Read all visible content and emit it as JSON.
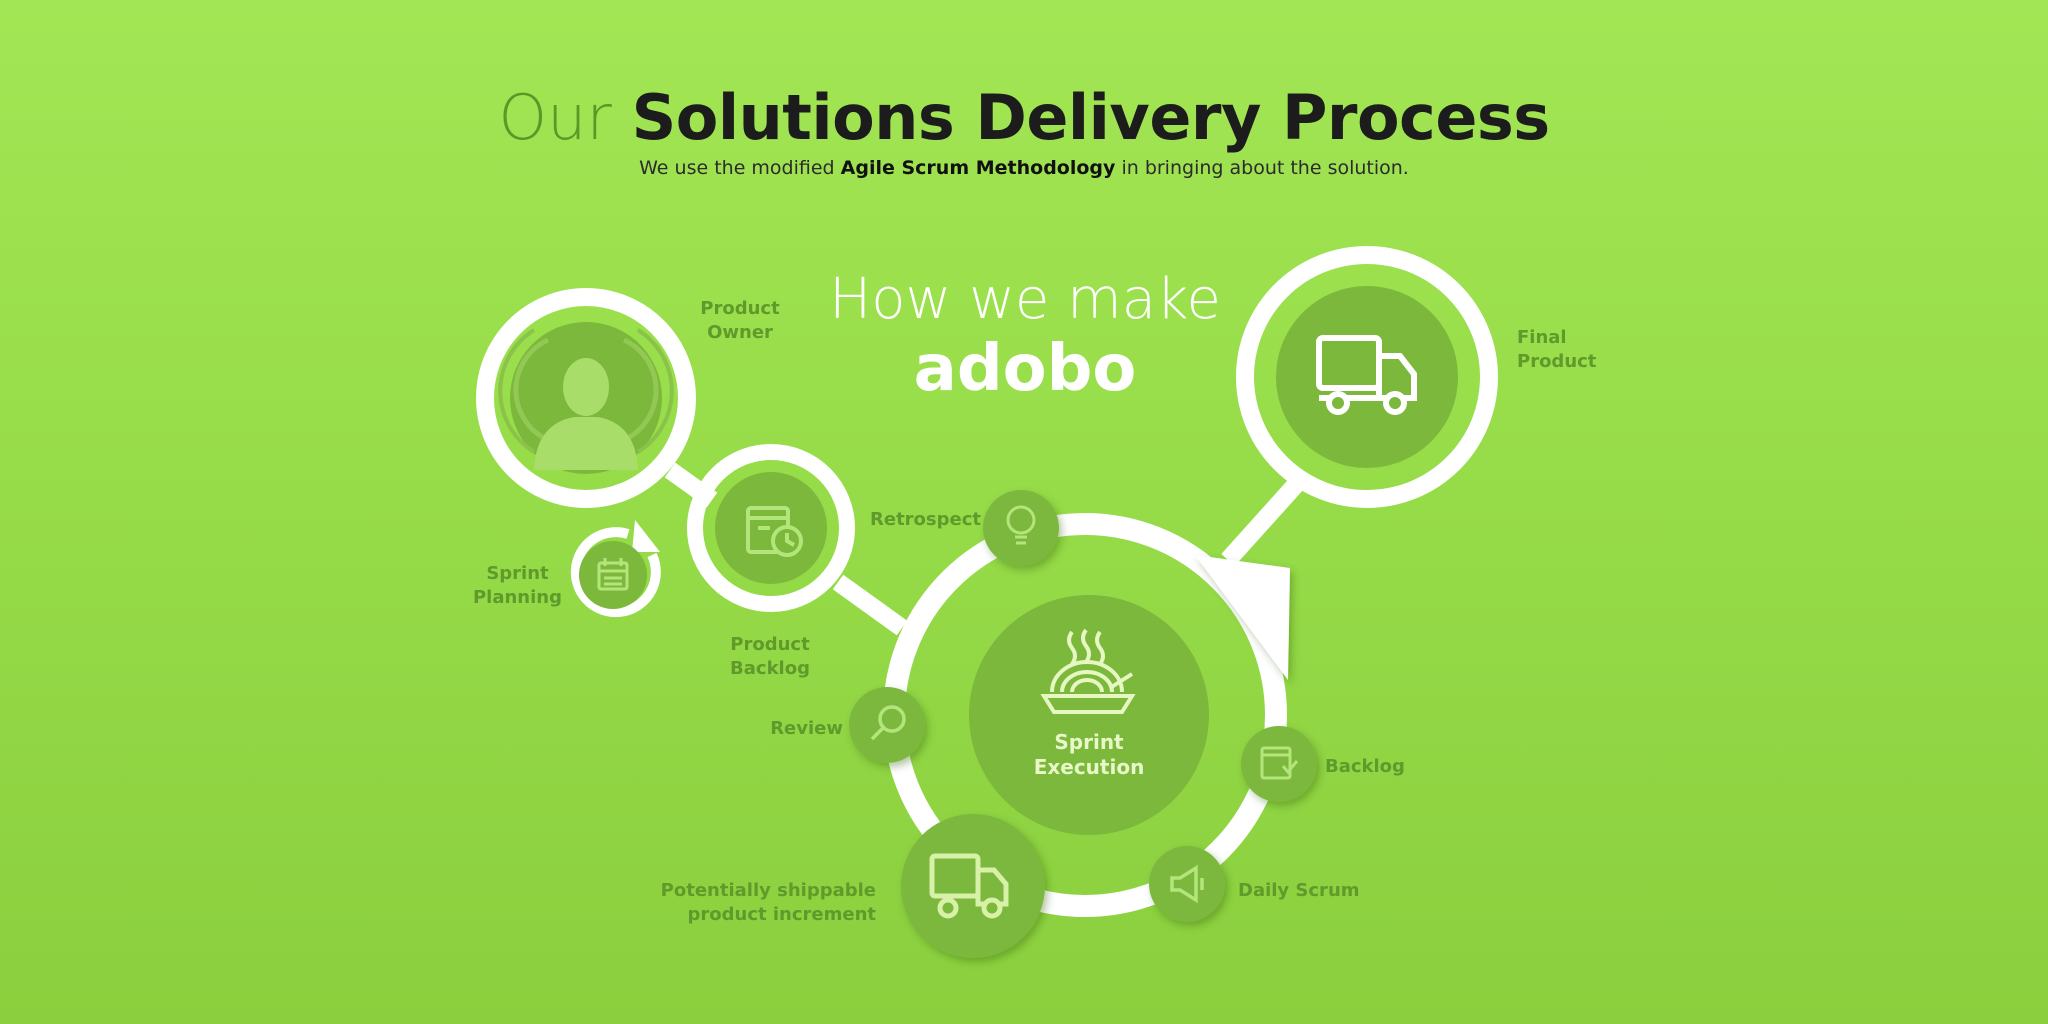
{
  "header": {
    "title_light": "Our",
    "title_bold": "Solutions Delivery Process",
    "subtitle_pre": "We use the modified",
    "subtitle_bold": "Agile Scrum Methodology",
    "subtitle_post": "in bringing about the solution."
  },
  "center_heading": {
    "line1": "How we make",
    "line2": "adobo"
  },
  "nodes": {
    "product_owner": {
      "label1": "Product",
      "label2": "Owner",
      "icon": "person-icon"
    },
    "product_backlog": {
      "label1": "Product",
      "label2": "Backlog",
      "icon": "calendar-clock-icon"
    },
    "sprint_planning": {
      "label1": "Sprint",
      "label2": "Planning",
      "icon": "calendar-icon"
    },
    "final_product": {
      "label1": "Final",
      "label2": "Product",
      "icon": "truck-icon"
    },
    "sprint_execution": {
      "label1": "Sprint",
      "label2": "Execution",
      "icon": "steaming-bowl-icon"
    },
    "retrospect": {
      "label": "Retrospect",
      "icon": "lightbulb-icon"
    },
    "review": {
      "label": "Review",
      "icon": "magnifier-icon"
    },
    "backlog": {
      "label": "Backlog",
      "icon": "checklist-icon"
    },
    "daily_scrum": {
      "label": "Daily Scrum",
      "icon": "megaphone-icon"
    },
    "increment": {
      "label1": "Potentially shippable",
      "label2": "product increment",
      "icon": "truck-icon"
    }
  },
  "colors": {
    "background_top": "#a3e655",
    "background_bottom": "#8bcf3e",
    "node_fill": "#7cb83c",
    "ring": "#ffffff",
    "label": "#5f9a2b",
    "title": "#1c1c1c"
  }
}
